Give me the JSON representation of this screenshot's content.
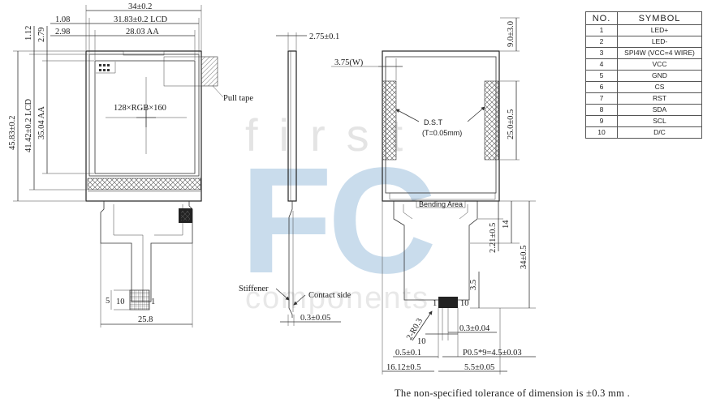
{
  "watermark": {
    "line1": "first",
    "line2": "FC",
    "line3": "components"
  },
  "front_view": {
    "width_total": "34±0.2",
    "lcd_width": "31.83±0.2 LCD",
    "aa_width": "28.03 AA",
    "left_offset_1": "1.08",
    "left_offset_2": "2.98",
    "top_offset_1": "1.12",
    "top_offset_2": "2.79",
    "height_total": "45.83±0.2",
    "lcd_height": "41.42±0.2 LCD",
    "aa_height": "35.04 AA",
    "resolution": "128×RGB×160",
    "pull_tape": "Pull tape",
    "fpc_width": "25.8",
    "pin_height": "5",
    "pin_first": "10",
    "pin_last": "1"
  },
  "side_view": {
    "thickness": "2.75±0.1",
    "stiffener": "Stiffener",
    "contact_side": "Contact side",
    "stiffener_thickness": "0.3±0.05"
  },
  "back_view": {
    "width_label": "3.75(W)",
    "dst": "D.S.T",
    "dst_thickness": "(T=0.05mm)",
    "top_offset": "9.0±3.0",
    "tape_height": "25.0±0.5",
    "bending_area": "Bending Area",
    "bend_offset": "2.21±0.5",
    "bend_length": "14",
    "fpc_length": "34±0.5",
    "pin_length": "3.5",
    "pin_first": "1",
    "pin_last": "10",
    "corner_radius": "2-R0.3",
    "pin_thickness": "0.3±0.04",
    "pitch_left": "10",
    "pin_offset": "0.5±0.1",
    "pitch": "P0.5*9=4.5±0.03",
    "fpc_total": "16.12±0.5",
    "pin_span": "5.5±0.05"
  },
  "pin_table": {
    "header_no": "NO.",
    "header_symbol": "SYMBOL",
    "rows": [
      {
        "no": "1",
        "symbol": "LED+"
      },
      {
        "no": "2",
        "symbol": "LED-"
      },
      {
        "no": "3",
        "symbol": "SPI4W (VCC=4 WIRE)"
      },
      {
        "no": "4",
        "symbol": "VCC"
      },
      {
        "no": "5",
        "symbol": "GND"
      },
      {
        "no": "6",
        "symbol": "CS"
      },
      {
        "no": "7",
        "symbol": "RST"
      },
      {
        "no": "8",
        "symbol": "SDA"
      },
      {
        "no": "9",
        "symbol": "SCL"
      },
      {
        "no": "10",
        "symbol": "D/C"
      }
    ]
  },
  "note": "The non-specified tolerance of dimension is ±0.3 mm ."
}
